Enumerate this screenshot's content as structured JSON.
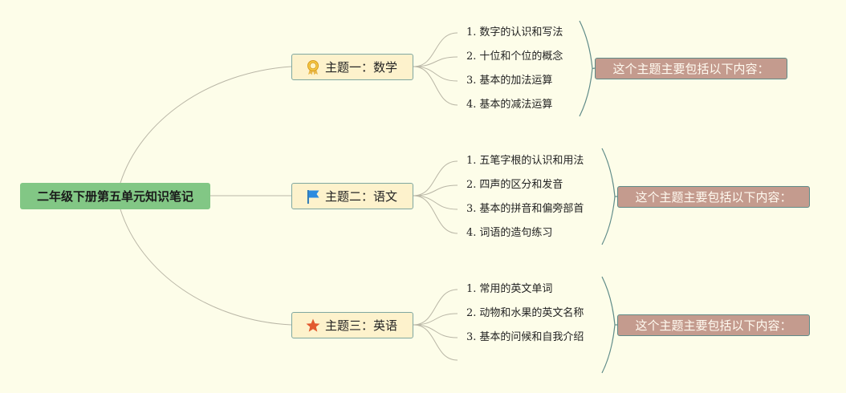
{
  "root": {
    "title": "二年级下册第五单元知识笔记"
  },
  "topics": [
    {
      "title": "主题一：数学",
      "icon": "award-ribbon-icon",
      "items": [
        {
          "num": "1.",
          "text": "数字的认识和写法"
        },
        {
          "num": "2.",
          "text": "十位和个位的概念"
        },
        {
          "num": "3.",
          "text": "基本的加法运算"
        },
        {
          "num": "4.",
          "text": "基本的减法运算"
        }
      ],
      "summary": "这个主题主要包括以下内容："
    },
    {
      "title": "主题二：语文",
      "icon": "flag-icon",
      "items": [
        {
          "num": "1.",
          "text": "五笔字根的认识和用法"
        },
        {
          "num": "2.",
          "text": "四声的区分和发音"
        },
        {
          "num": "3.",
          "text": "基本的拼音和偏旁部首"
        },
        {
          "num": "4.",
          "text": "词语的造句练习"
        }
      ],
      "summary": "这个主题主要包括以下内容："
    },
    {
      "title": "主题三：英语",
      "icon": "star-icon",
      "items": [
        {
          "num": "1.",
          "text": "常用的英文单词"
        },
        {
          "num": "2.",
          "text": "动物和水果的英文名称"
        },
        {
          "num": "3.",
          "text": "基本的问候和自我介绍"
        }
      ],
      "summary": "这个主题主要包括以下内容："
    }
  ],
  "colors": {
    "background": "#fdfde9",
    "root_fill": "#82c785",
    "topic_fill": "#fdf2cc",
    "summary_fill": "#c49b8e",
    "connector": "#b9b6a6",
    "brace": "#5f8b88"
  }
}
